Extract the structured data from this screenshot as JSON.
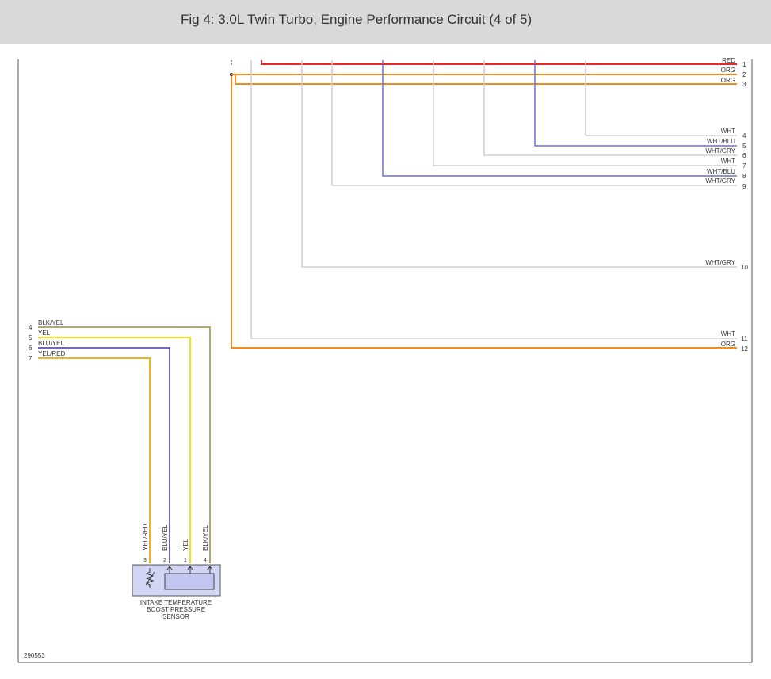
{
  "header": {
    "title": "Fig 4: 3.0L Twin Turbo, Engine Performance Circuit (4 of 5)"
  },
  "figure_id": "290553",
  "right_connector": {
    "pins": [
      {
        "pin": "1",
        "color_code": "RED",
        "wire_color": "#e8262a"
      },
      {
        "pin": "2",
        "color_code": "ORG",
        "wire_color": "#f28a1e"
      },
      {
        "pin": "3",
        "color_code": "ORG",
        "wire_color": "#f28a1e"
      },
      {
        "pin": "4",
        "color_code": "WHT",
        "wire_color": "#cfcfcf"
      },
      {
        "pin": "5",
        "color_code": "WHT/BLU",
        "wire_color": "#6b6fd6"
      },
      {
        "pin": "6",
        "color_code": "WHT/GRY",
        "wire_color": "#cfcfcf"
      },
      {
        "pin": "7",
        "color_code": "WHT",
        "wire_color": "#cfcfcf"
      },
      {
        "pin": "8",
        "color_code": "WHT/BLU",
        "wire_color": "#6b6fd6"
      },
      {
        "pin": "9",
        "color_code": "WHT/GRY",
        "wire_color": "#cfcfcf"
      },
      {
        "pin": "10",
        "color_code": "WHT/GRY",
        "wire_color": "#cfcfcf"
      },
      {
        "pin": "11",
        "color_code": "WHT",
        "wire_color": "#cfcfcf"
      },
      {
        "pin": "12",
        "color_code": "ORG",
        "wire_color": "#f28a1e"
      }
    ]
  },
  "left_connector": {
    "pins": [
      {
        "pin": "4",
        "color_code": "BLK/YEL",
        "wire_color": "#9c8a4a"
      },
      {
        "pin": "5",
        "color_code": "YEL",
        "wire_color": "#f2e21a"
      },
      {
        "pin": "6",
        "color_code": "BLU/YEL",
        "wire_color": "#3a3aa8"
      },
      {
        "pin": "7",
        "color_code": "YEL/RED",
        "wire_color": "#f0b21e"
      }
    ]
  },
  "sensor": {
    "name_line1": "INTAKE TEMPERATURE",
    "name_line2": "BOOST PRESSURE",
    "name_line3": "SENSOR",
    "pins": [
      {
        "pin": "3",
        "color_code": "YEL/RED"
      },
      {
        "pin": "2",
        "color_code": "BLU/YEL"
      },
      {
        "pin": "1",
        "color_code": "YEL"
      },
      {
        "pin": "4",
        "color_code": "BLK/YEL"
      }
    ],
    "body_color": "#d3d5f4"
  }
}
